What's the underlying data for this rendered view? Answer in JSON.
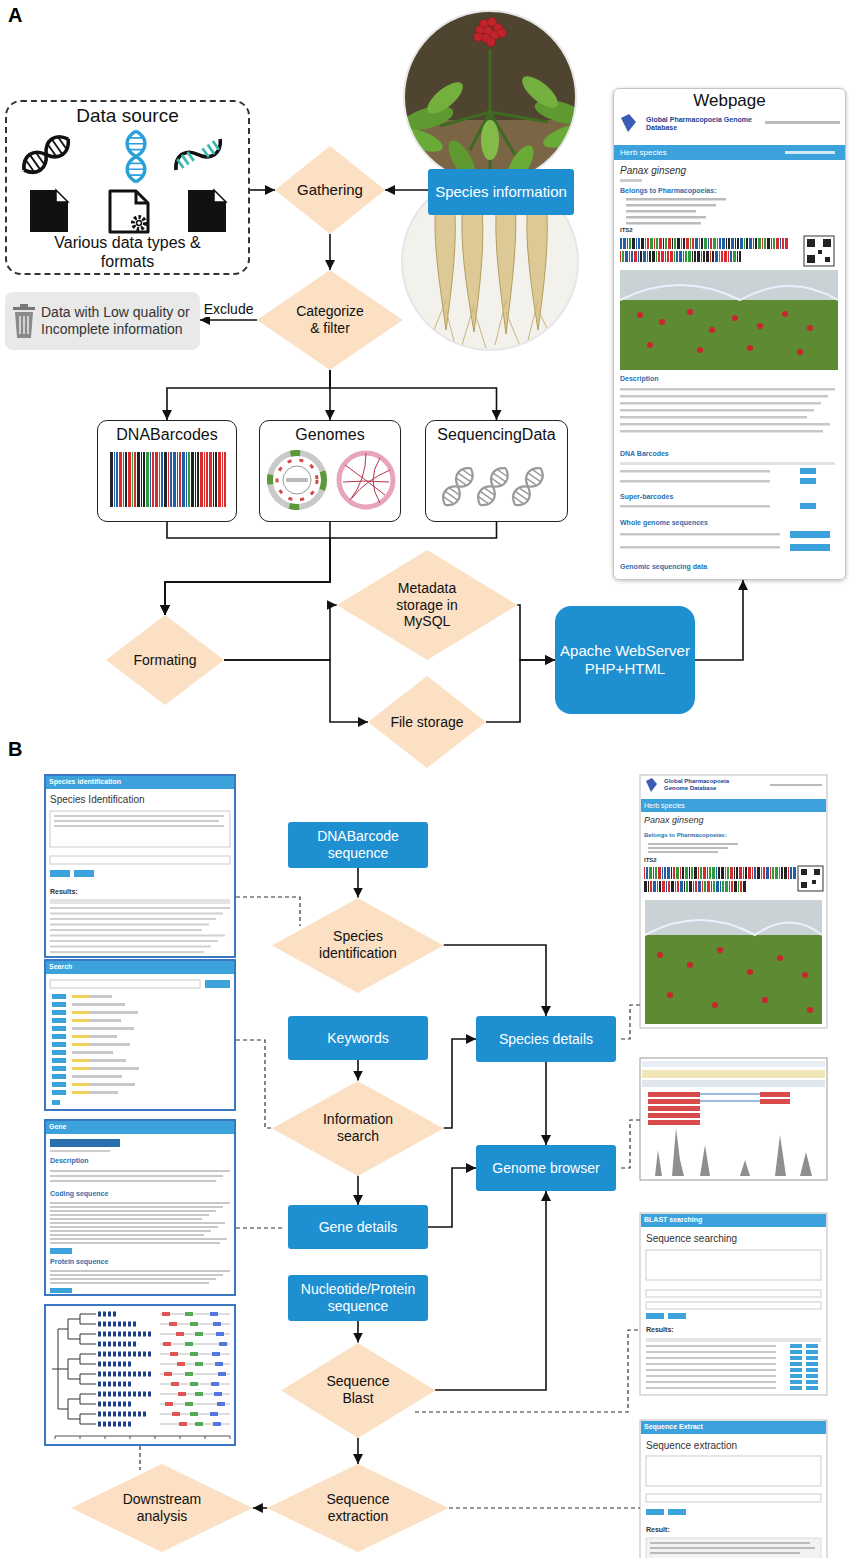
{
  "diagram": {
    "nodes": [
      {
        "text": [
          "Data source",
          "Various data types & formats"
        ]
      },
      {
        "text": [
          "Gathering"
        ]
      },
      {
        "text": [
          "Species information"
        ]
      },
      {
        "text": [
          "Webpage"
        ]
      },
      {
        "text": [
          "Categorize & filter"
        ]
      },
      {
        "text": [
          "Data with Low quality or Incomplete information"
        ]
      },
      {
        "text": [
          "DNABarcodes"
        ]
      },
      {
        "text": [
          "Genomes"
        ]
      },
      {
        "text": [
          "SequencingData"
        ]
      },
      {
        "text": [
          "Formating"
        ]
      },
      {
        "text": [
          "Metadata storage in MySQL"
        ]
      },
      {
        "text": [
          "File storage"
        ]
      },
      {
        "text": [
          "Apache WebServer PHP+HTML"
        ]
      },
      {
        "text": [
          "DNABarcode sequence"
        ]
      },
      {
        "text": [
          "Species identification"
        ]
      },
      {
        "text": [
          "Keywords"
        ]
      },
      {
        "text": [
          "Species details"
        ]
      },
      {
        "text": [
          "Information search"
        ]
      },
      {
        "text": [
          "Gene details"
        ]
      },
      {
        "text": [
          "Genome browser"
        ]
      },
      {
        "text": [
          "Nucleotide/Protein sequence"
        ]
      },
      {
        "text": [
          "Sequence Blast"
        ]
      },
      {
        "text": [
          "Downstream analysis"
        ]
      },
      {
        "text": [
          "Sequence extraction"
        ]
      }
    ],
    "edges": [
      {
        "from": 0,
        "to": 1,
        "arrow": "to"
      },
      {
        "from": 2,
        "to": 1,
        "arrow": "to"
      },
      {
        "from": 1,
        "to": 4,
        "arrow": "to"
      },
      {
        "from": 4,
        "to": 5,
        "arrow": "to",
        "label": "Exclude"
      },
      {
        "from": 4,
        "to": 6,
        "arrow": "to"
      },
      {
        "from": 4,
        "to": 7,
        "arrow": "to"
      },
      {
        "from": 4,
        "to": 8,
        "arrow": "to"
      },
      {
        "from": 6,
        "to": 9,
        "arrow": "to"
      },
      {
        "from": 7,
        "to": 9,
        "arrow": "to"
      },
      {
        "from": 8,
        "to": 9,
        "arrow": "to"
      },
      {
        "from": 9,
        "to": 10,
        "arrow": "to"
      },
      {
        "from": 9,
        "to": 11,
        "arrow": "to"
      },
      {
        "from": 10,
        "to": 12,
        "arrow": "to"
      },
      {
        "from": 11,
        "to": 12,
        "arrow": "to"
      },
      {
        "from": 12,
        "to": 3,
        "arrow": "to"
      },
      {
        "from": 13,
        "to": 14,
        "arrow": "to"
      },
      {
        "from": 14,
        "to": 16,
        "arrow": "to"
      },
      {
        "from": 15,
        "to": 17,
        "arrow": "to"
      },
      {
        "from": 17,
        "to": 16,
        "arrow": "to"
      },
      {
        "from": 17,
        "to": 18,
        "arrow": "to"
      },
      {
        "from": 18,
        "to": 19,
        "arrow": "to"
      },
      {
        "from": 16,
        "to": 19,
        "arrow": "to"
      },
      {
        "from": 20,
        "to": 21,
        "arrow": "to"
      },
      {
        "from": 21,
        "to": 19,
        "arrow": "to"
      },
      {
        "from": 21,
        "to": 23,
        "arrow": "to"
      },
      {
        "from": 23,
        "to": 22,
        "arrow": "to"
      }
    ],
    "labels": [
      "A",
      "B",
      "Global Pharmacopoeia Genome Database",
      "Herb species",
      "Panax ginseng",
      "Belongs to Pharmacopoeias:",
      "ITS2",
      "Description",
      "DNA Barcodes",
      "Super-barcodes",
      "Whole genome sequences",
      "Genomic sequencing data",
      "Species identification",
      "Species Identification",
      "Results:",
      "Search",
      "Gene",
      "Description",
      "Coding sequence",
      "Protein sequence",
      "Global Pharmacopoeia Genome Database",
      "Herb species",
      "Panax ginseng",
      "Belongs to Pharmacopoeias:",
      "ITS2",
      "BLAST searching",
      "Sequence searching",
      "Results:",
      "Sequence Extract",
      "Sequence extraction",
      "Result:"
    ]
  }
}
